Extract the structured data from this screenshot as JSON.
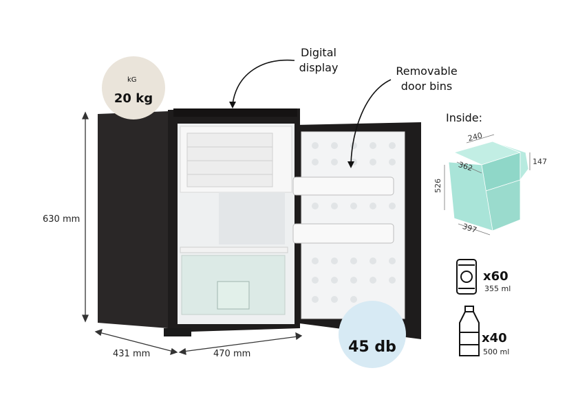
{
  "weight": {
    "value": "20 kg",
    "icon": "weight-kg-icon",
    "icon_text": "kG"
  },
  "callouts": {
    "digital_display": [
      "Digital",
      "display"
    ],
    "door_bins": [
      "Removable",
      "door bins"
    ]
  },
  "dimensions": {
    "height": "630 mm",
    "depth": "431 mm",
    "width": "470 mm"
  },
  "inside": {
    "title": "Inside:",
    "cube": {
      "top_width": "240",
      "top_depth": "362",
      "step": "147",
      "height": "526",
      "bottom_depth": "397"
    }
  },
  "cans": {
    "count": "x60",
    "volume": "355 ml",
    "icon": "can-icon"
  },
  "bottles": {
    "count": "x40",
    "volume": "500 ml",
    "icon": "bottle-icon"
  },
  "noise": {
    "value": "45 db",
    "icon": "speaker-mute-icon"
  },
  "colors": {
    "fridge_body": "#1e1c1c",
    "interior": "#eef0f1",
    "cube": "#a9e4d8",
    "weight_badge": "#eae4da",
    "noise_badge": "#d7eaf4"
  }
}
